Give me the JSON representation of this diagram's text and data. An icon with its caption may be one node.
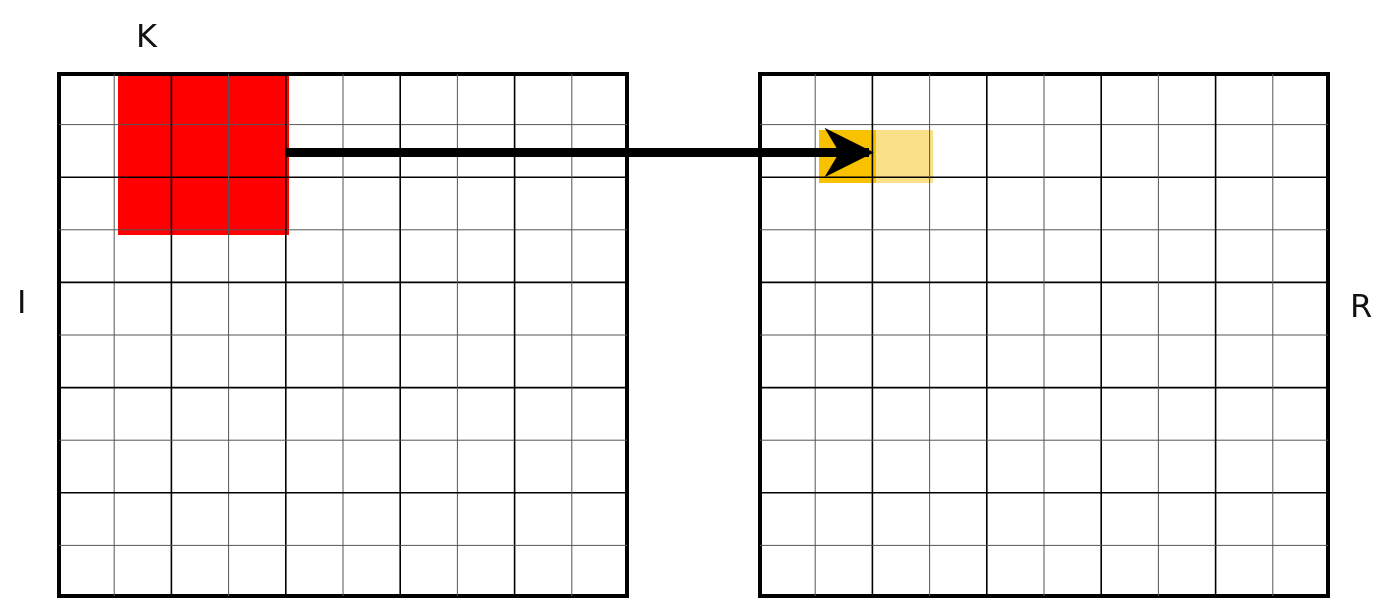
{
  "diagram": {
    "nodes": [
      {
        "text": [],
        "shape": "box",
        "beside": [
          "I"
        ]
      },
      {
        "text": [],
        "shape": "box",
        "in": 0,
        "beside": [
          "K"
        ]
      },
      {
        "text": [],
        "shape": "box",
        "beside": [
          "R"
        ]
      },
      {
        "text": [],
        "shape": "box",
        "in": 2
      },
      {
        "text": [],
        "shape": "box",
        "in": 2
      }
    ],
    "edges": [
      {
        "from": 1,
        "to": 3,
        "arrow": "to"
      }
    ]
  }
}
